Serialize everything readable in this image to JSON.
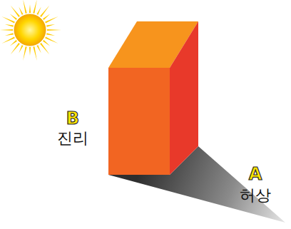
{
  "diagram": {
    "labels": [
      "B",
      "진리",
      "A",
      "허상"
    ]
  }
}
